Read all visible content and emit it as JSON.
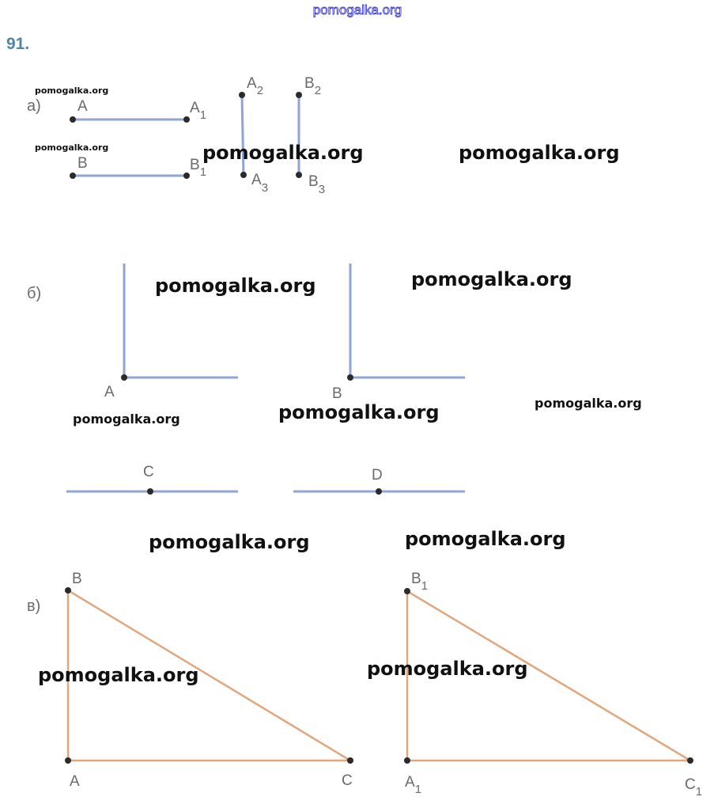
{
  "header": {
    "site": "pomogalka.org"
  },
  "problem_number": "91.",
  "parts": {
    "a": "а)",
    "b": "б)",
    "c": "в)"
  },
  "labels": {
    "A": "A",
    "A1": "A",
    "A2": "A",
    "A3": "A",
    "B": "B",
    "B1": "B",
    "B2": "B",
    "B3": "B",
    "sub1": "1",
    "sub2": "2",
    "sub3": "3",
    "angleA": "A",
    "angleB": "B",
    "C": "C",
    "D": "D",
    "triB": "B",
    "triA": "A",
    "triC": "C",
    "triB1": "B",
    "triA1": "A",
    "triC1": "C"
  },
  "watermark": "pomogalka.org",
  "colors": {
    "segment": "#8ea6d6",
    "triangle": "#e2a67c",
    "number": "#4f86a6"
  }
}
